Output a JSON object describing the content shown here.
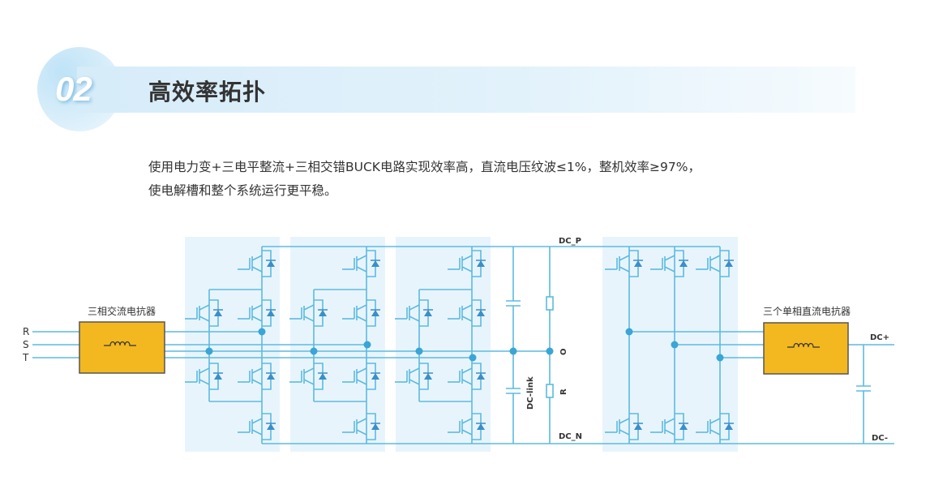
{
  "header": {
    "number": "02",
    "title": "高效率拓扑"
  },
  "description": {
    "line1": "使用电力变+三电平整流+三相交错BUCK电路实现效率高，直流电压纹波≤1%，整机效率≥97%，",
    "line2": "使电解槽和整个系统运行更平稳。"
  },
  "diagram": {
    "inputs": [
      "R",
      "S",
      "T"
    ],
    "ac_reactor_label": "三相交流电抗器",
    "dc_reactor_label": "三个单相直流电抗器",
    "dc_p": "DC_P",
    "dc_n": "DC_N",
    "dc_link": "DC-link",
    "node_o": "O",
    "node_r": "R",
    "out_pos": "DC+",
    "out_neg": "DC-",
    "colors": {
      "wire": "#5bbbe0",
      "node": "#3aa5d6",
      "panel": "#e8f4fc",
      "reactor": "#f3b81f"
    }
  }
}
